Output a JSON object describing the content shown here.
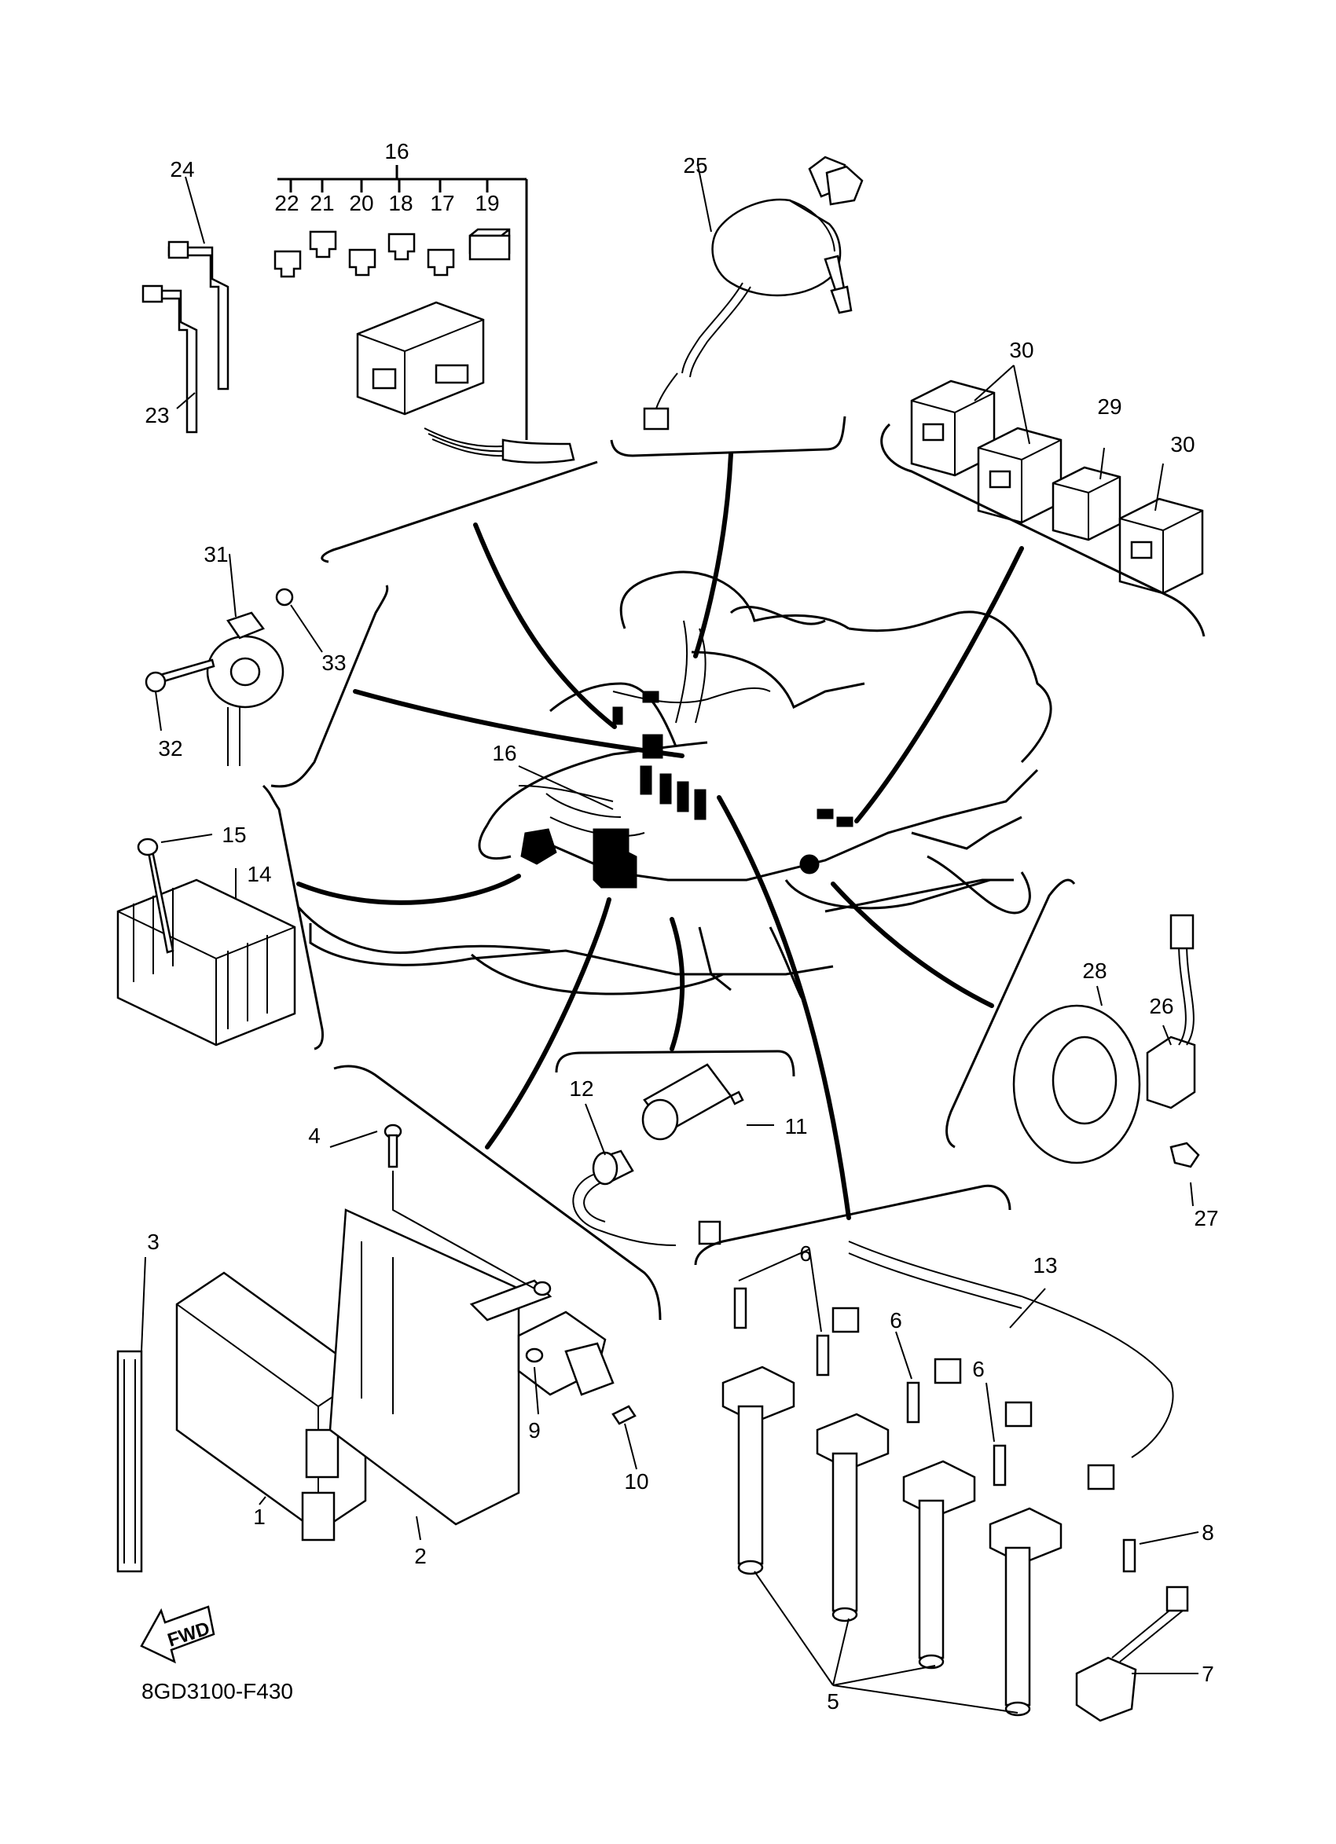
{
  "diagram_code": "8GD3100-F430",
  "fwd_label": "FWD",
  "callouts": {
    "c1": "1",
    "c2": "2",
    "c3": "3",
    "c4": "4",
    "c5": "5",
    "c6a": "6",
    "c6b": "6",
    "c6c": "6",
    "c7": "7",
    "c8": "8",
    "c9": "9",
    "c10": "10",
    "c11": "11",
    "c12": "12",
    "c13": "13",
    "c14": "14",
    "c15": "15",
    "c16top": "16",
    "c16mid": "16",
    "c17": "17",
    "c18": "18",
    "c19": "19",
    "c20": "20",
    "c21": "21",
    "c22": "22",
    "c23": "23",
    "c24": "24",
    "c25": "25",
    "c26": "26",
    "c27": "27",
    "c28": "28",
    "c29": "29",
    "c30a": "30",
    "c30b": "30",
    "c31": "31",
    "c32": "32",
    "c33": "33"
  },
  "colors": {
    "line": "#000000",
    "background": "#ffffff"
  }
}
